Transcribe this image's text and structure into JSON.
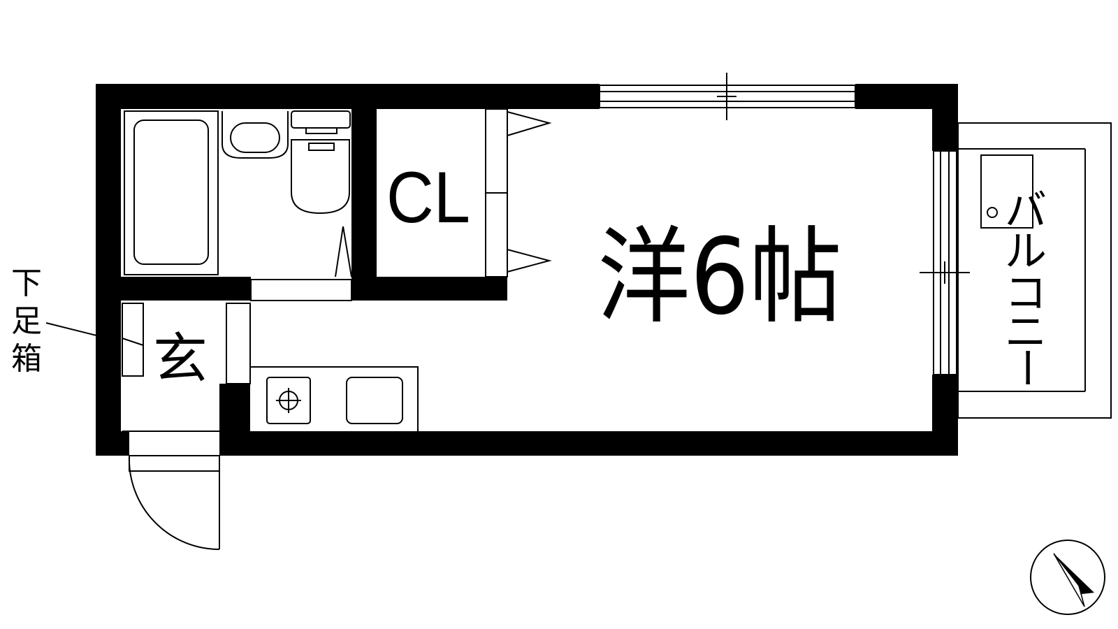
{
  "floorplan": {
    "main_room_label": "洋6帖",
    "closet_label": "CL",
    "entrance_label": "玄",
    "shoe_cabinet_label": [
      "下",
      "足",
      "箱"
    ],
    "balcony_label": [
      "バ",
      "ル",
      "コ",
      "ニ",
      "ー"
    ]
  }
}
